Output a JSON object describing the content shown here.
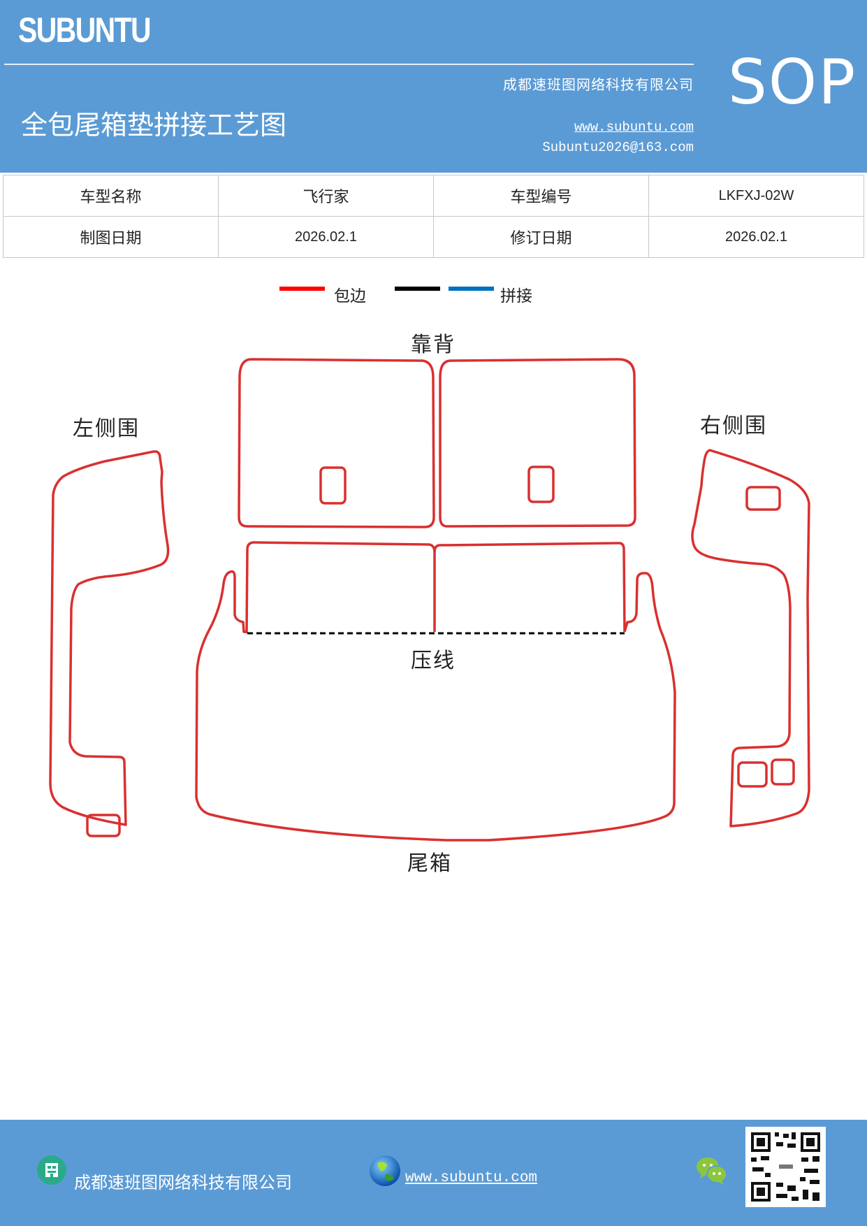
{
  "header": {
    "brand": "SUBUNTU",
    "company": "成都速班图网络科技有限公司",
    "title": "全包尾箱垫拼接工艺图",
    "badge": "SOP",
    "website": "www.subuntu.com",
    "email": "Subuntu2026@163.com",
    "bg_color": "#5b9bd5"
  },
  "info_table": {
    "rows": [
      [
        {
          "label": "车型名称"
        },
        {
          "value": "飞行家"
        },
        {
          "label": "车型编号"
        },
        {
          "value": "LKFXJ-02W"
        }
      ],
      [
        {
          "label": "制图日期"
        },
        {
          "value": "2026.02.1"
        },
        {
          "label": "修订日期"
        },
        {
          "value": "2026.02.1"
        }
      ]
    ]
  },
  "legend": {
    "items": [
      {
        "color": "#ff0000",
        "label": "包边"
      },
      {
        "color": "#000000",
        "label": ""
      },
      {
        "color": "#0070c0",
        "label": "拼接"
      }
    ]
  },
  "diagram": {
    "labels": {
      "backrest": "靠背",
      "left_side": "左侧围",
      "right_side": "右侧围",
      "press_line": "压线",
      "trunk": "尾箱"
    },
    "outline_color": "#d93030"
  },
  "footer": {
    "company": "成都速班图网络科技有限公司",
    "website": "www.subuntu.com",
    "icons": [
      "building-icon",
      "globe-icon",
      "wechat-icon",
      "qr-code"
    ]
  }
}
